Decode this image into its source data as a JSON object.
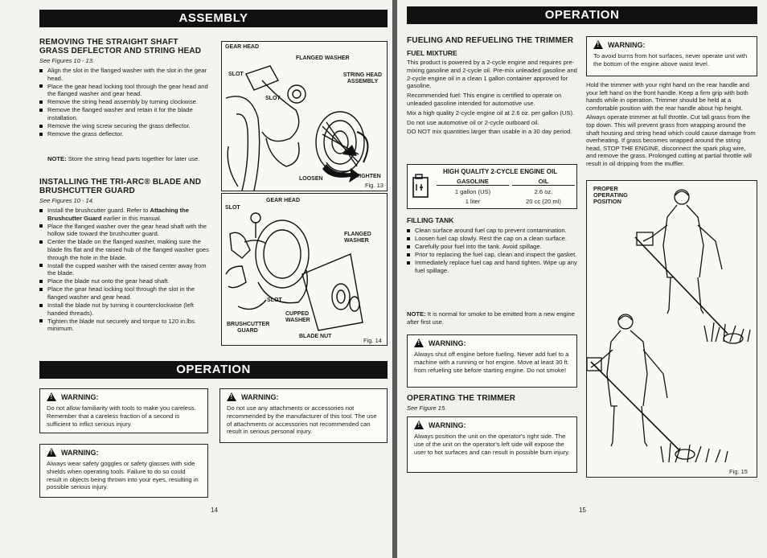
{
  "left": {
    "assembly_title": "ASSEMBLY",
    "sec1": {
      "heading": "REMOVING THE STRAIGHT SHAFT GRASS DEFLECTOR AND STRING HEAD",
      "see": "See Figures 10 - 13.",
      "items": [
        "Align the slot in the flanged washer with the slot in the gear head.",
        "Place the gear head locking tool through the gear head and the flanged washer and gear head.",
        "Remove the string head assembly by turning clockwise.",
        "Remove the flanged washer and retain it for the blade installation.",
        "Remove the wing screw securing the grass deflector.",
        "Remove the grass deflector."
      ],
      "note_label": "NOTE:",
      "note": " Store the string head parts together for later use."
    },
    "sec2": {
      "heading": "INSTALLING THE TRI-ARC® BLADE AND BRUSHCUTTER GUARD",
      "see": "See Figures 10 - 14.",
      "first_pre": "Install the brushcutter guard. Refer to ",
      "first_bold": "Attaching the Brushcutter Guard",
      "first_post": " earlier in this manual.",
      "items": [
        "Place the flanged washer over the gear head shaft with the hollow side toward the brushcutter guard.",
        "Center the blade on the flanged washer, making sure the blade fits flat and the raised hub of the flanged washer goes through the hole in the blade.",
        "Install the cupped washer with the raised center away from the blade.",
        "Place the blade nut onto the gear head shaft.",
        "Place the gear head locking tool through the slot in the flanged washer and gear head.",
        "Install the blade nut by turning it counterclockwise (left handed threads).",
        "Tighten the blade nut securely and torque to 120 in.lbs. minimum."
      ]
    },
    "fig13": {
      "gear_head": "GEAR HEAD",
      "flanged_washer": "FLANGED WASHER",
      "slot1": "SLOT",
      "slot2": "SLOT",
      "string_head": "STRING HEAD ASSEMBLY",
      "loosen": "LOOSEN",
      "tighten": "TIGHTEN",
      "fig": "Fig. 13"
    },
    "fig14": {
      "gear_head": "GEAR HEAD",
      "slot1": "SLOT",
      "flanged_washer": "FLANGED WASHER",
      "slot2": "SLOT",
      "cupped_washer": "CUPPED WASHER",
      "brushcutter_guard": "BRUSHCUTTER GUARD",
      "blade_nut": "BLADE NUT",
      "fig": "Fig. 14"
    },
    "operation_title": "OPERATION",
    "warn1": {
      "title": "WARNING:",
      "body": "Do not allow familiarity with tools to make you careless. Remember that a careless fraction of a second is sufficient to inflict serious injury."
    },
    "warn2": {
      "title": "WARNING:",
      "body": "Always wear safety goggles or safety glasses with side shields when operating tools. Failure to do so could result in objects being thrown into your eyes, resulting in possible serious injury."
    },
    "warn3": {
      "title": "WARNING:",
      "body": "Do not use any attachments or accessories not recommended by the manufacturer of this tool. The use of attachments or accessories not recommended can result in serious personal injury."
    },
    "page_num": "14"
  },
  "right": {
    "operation_title": "OPERATION",
    "fueling": {
      "heading": "FUELING AND REFUELING THE TRIMMER",
      "sub": "FUEL MIXTURE",
      "paras": [
        "This product is powered by a 2-cycle engine and requires pre-mixing gasoline and 2-cycle oil. Pre-mix unleaded gasoline and 2-cycle engine oil in a clean 1 gallon container approved for gasoline.",
        "Recommended fuel: This engine is certified to operate on unleaded gasoline intended for automotive use.",
        "Mix a high quality 2-cycle engine oil at 2.6 oz. per gallon (US).",
        "Do not use automotive oil or 2-cycle outboard oil.",
        "DO NOT mix quantities larger than usable in a 30 day period."
      ]
    },
    "fuel_table": {
      "title": "HIGH QUALITY 2-CYCLE ENGINE OIL",
      "col1": "GASOLINE",
      "col2": "OIL",
      "r1c1": "1 gallon (US)",
      "r1c2": "2.6 oz.",
      "r2c1": "1 liter",
      "r2c2": "20 cc (20 ml)"
    },
    "filling": {
      "sub": "FILLING TANK",
      "items": [
        "Clean surface around fuel cap to prevent contamination.",
        "Loosen fuel cap slowly. Rest the cap on a clean surface.",
        "Carefully pour fuel into the tank. Avoid spillage.",
        "Prior to replacing the fuel cap, clean and inspect the gasket.",
        "Immediately replace fuel cap and hand tighten. Wipe up any fuel spillage."
      ],
      "note_label": "NOTE:",
      "note": " It is normal for smoke to be emitted from a new engine after first use."
    },
    "warn_a": {
      "title": "WARNING:",
      "body": "Always shut off engine before fueling. Never add fuel to a machine with a running or hot engine. Move at least 30 ft. from refueling site before starting engine. Do not smoke!"
    },
    "operating": {
      "heading": "OPERATING THE TRIMMER",
      "see": "See Figure 15."
    },
    "warn_b": {
      "title": "WARNING:",
      "body": "Always position the unit on the operator's right side. The use of the unit on the operator's left side will expose the user to hot surfaces and can result in possible burn injury."
    },
    "warn_c": {
      "title": "WARNING:",
      "body": "To avoid burns from hot surfaces, never operate unit with the bottom of the engine above waist level."
    },
    "hold_paras": [
      "Hold the trimmer with your right hand on the rear handle and your left hand on the front handle. Keep a firm grip with both hands while in operation. Trimmer should be held at a comfortable position with the rear handle about hip height.",
      "Always operate trimmer at full throttle. Cut tall grass from the top down. This will prevent grass from wrapping around the shaft housing and string head which could cause damage from overheating. If grass becomes wrapped around the string head, STOP THE ENGINE, disconnect the spark plug wire, and remove the grass. Prolonged cutting at partial throttle will result in oil dripping from the muffler."
    ],
    "fig15": {
      "label": "PROPER OPERATING POSITION",
      "fig": "Fig. 15"
    },
    "page_num": "15"
  }
}
